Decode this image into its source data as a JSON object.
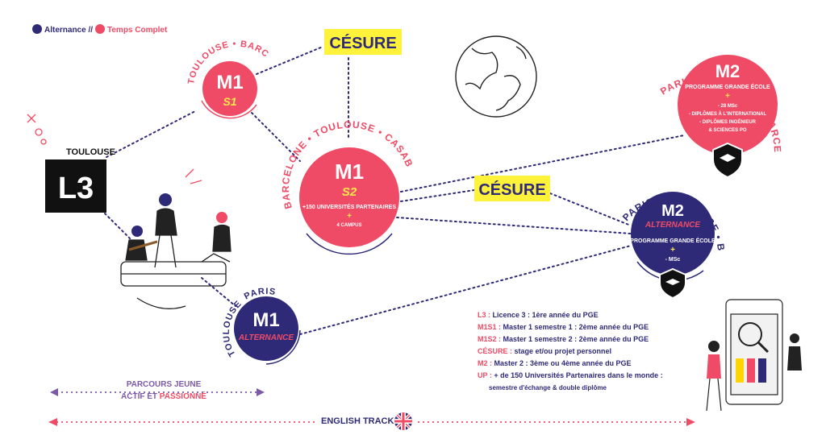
{
  "legend": {
    "alternance": "Alternance //",
    "temps_complet": "Temps Complet",
    "navy": "#2e2a78",
    "pink": "#ef4b66"
  },
  "l3": {
    "city": "TOULOUSE",
    "label": "L3"
  },
  "m1s1": {
    "title": "M1",
    "sub": "S1",
    "arc": "TOULOUSE • BARCELONE"
  },
  "m1s2": {
    "title": "M1",
    "sub": "S2",
    "arc": "BARCELONE • TOULOUSE • CASABLANCA • UP",
    "line1": "+150 UNIVERSITÉS PARTENAIRES",
    "plus": "+",
    "line2": "4 CAMPUS"
  },
  "m1alt": {
    "title": "M1",
    "sub": "ALTERNANCE",
    "arc_top": "PARIS",
    "arc_left": "TOULOUSE"
  },
  "m2full": {
    "title": "M2",
    "arc": "PARIS • TOULOUSE • BARCELONE • CASABLANCA • UP",
    "line1": "PROGRAMME GRANDE ÉCOLE",
    "plus": "+",
    "lines": [
      "- 28 MSc",
      "- DIPLÔMES À L'INTERNATIONAL",
      "- DIPLÔMES INGÉNIEUR",
      "& SCIENCES PO"
    ]
  },
  "m2alt": {
    "title": "M2",
    "sub": "ALTERNANCE",
    "arc": "PARIS • TOULOUSE • BARCELONE",
    "line1": "PROGRAMME GRANDE ÉCOLE",
    "plus": "+",
    "line2": "- MSc"
  },
  "cesure1": "CÉSURE",
  "cesure2": "CÉSURE",
  "definitions": [
    {
      "k": "L3 :",
      "v": " Licence 3 : 1ère année du PGE"
    },
    {
      "k": "M1S1 :",
      "v": " Master 1 semestre 1 : 2ème année du PGE"
    },
    {
      "k": "M1S2 :",
      "v": " Master 1 semestre 2 : 2ème année du PGE"
    },
    {
      "k": "CÉSURE :",
      "v": " stage et/ou projet personnel"
    },
    {
      "k": "M2 :",
      "v": " Master 2 : 3ème ou 4ème année du PGE"
    },
    {
      "k": "UP :",
      "v": " + de 150 Universités Partenaires dans le monde :"
    }
  ],
  "definitions_sub": "semestre d'échange & double diplôme",
  "parcours": {
    "line1": "PARCOURS JEUNE",
    "line2a": "ACTIF ET",
    "line2b": "PASSIONNÉ"
  },
  "english_track": "ENGLISH TRACK"
}
